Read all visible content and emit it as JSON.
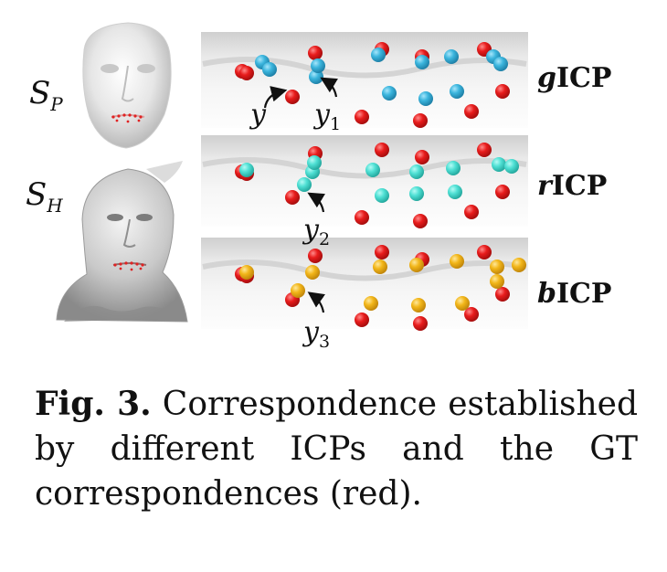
{
  "faces": {
    "sp": {
      "letter": "S",
      "sub": "P"
    },
    "sh": {
      "letter": "S",
      "sub": "H"
    }
  },
  "panels": [
    {
      "prefix": "g",
      "name": "ICP",
      "color": "#3bb5dd"
    },
    {
      "prefix": "r",
      "name": "ICP",
      "color": "#4fe0d4"
    },
    {
      "prefix": "b",
      "name": "ICP",
      "color": "#f2b619"
    }
  ],
  "gt_color": "#e81c1c",
  "annotations": {
    "y": "y",
    "y1": {
      "letter": "y",
      "sub": "1"
    },
    "y2": {
      "letter": "y",
      "sub": "2"
    },
    "y3": {
      "letter": "y",
      "sub": "3"
    }
  },
  "caption": {
    "figlabel": "Fig. 3.",
    "text": " Correspondence established by different ICPs and the GT correspondences (red)."
  }
}
